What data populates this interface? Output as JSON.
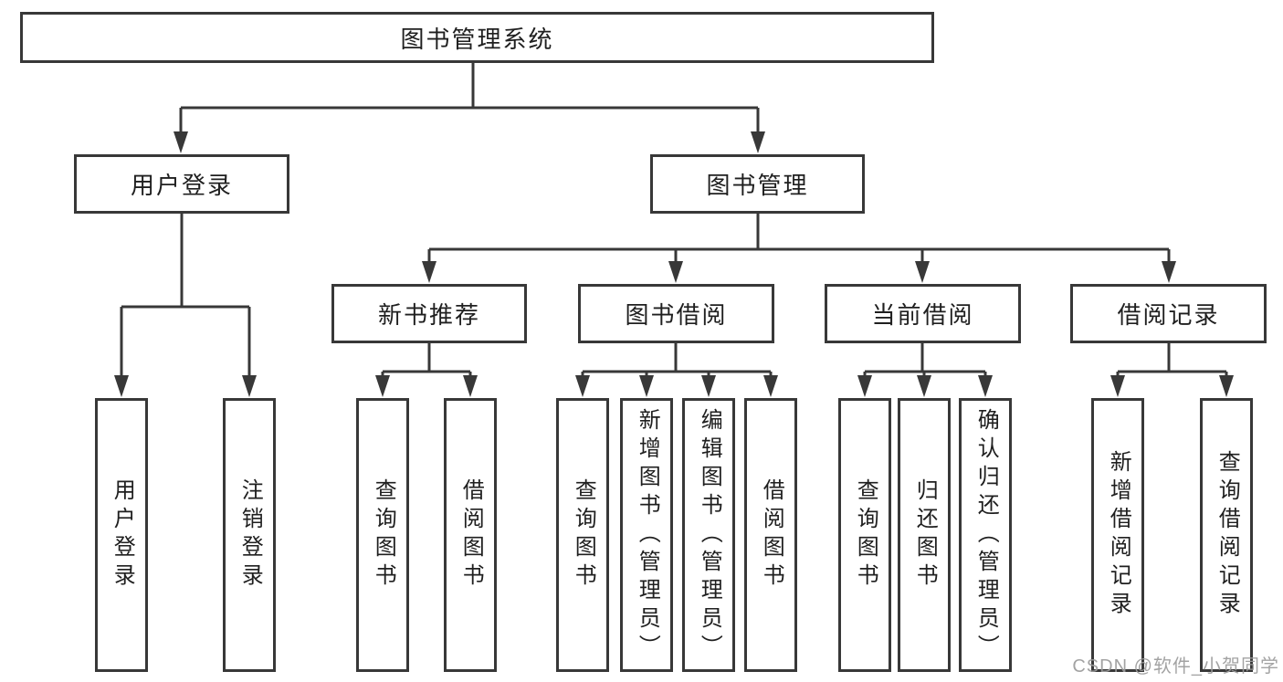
{
  "diagram": {
    "type": "hierarchy-tree",
    "title": "图书管理系统",
    "watermark": "CSDN @软件_小贺同学",
    "colors": {
      "line": "#383838",
      "box_border": "#383838",
      "box_fill": "#ffffff",
      "text": "#1f1f1f",
      "watermark": "#9c9c9c",
      "background": "#ffffff"
    },
    "nodes": {
      "root": {
        "label": "图书管理系统"
      },
      "user_login": {
        "label": "用户登录"
      },
      "book_management": {
        "label": "图书管理"
      },
      "new_book_recommend": {
        "label": "新书推荐"
      },
      "book_borrowing": {
        "label": "图书借阅"
      },
      "current_borrowing": {
        "label": "当前借阅"
      },
      "borrowing_records": {
        "label": "借阅记录"
      },
      "login": {
        "label": "用户登录"
      },
      "logout": {
        "label": "注销登录"
      },
      "recommend_query_book": {
        "label": "查询图书"
      },
      "recommend_borrow_book": {
        "label": "借阅图书"
      },
      "borrowing_query_book": {
        "label": "查询图书"
      },
      "borrowing_add_book": {
        "label": "新增图书（管理员）"
      },
      "borrowing_edit_book": {
        "label": "编辑图书（管理员）"
      },
      "borrowing_borrow_book": {
        "label": "借阅图书"
      },
      "current_query_book": {
        "label": "查询图书"
      },
      "current_return_book": {
        "label": "归还图书"
      },
      "current_confirm_return": {
        "label": "确认归还（管理员）"
      },
      "records_add_record": {
        "label": "新增借阅记录"
      },
      "records_query_record": {
        "label": "查询借阅记录"
      }
    },
    "edges": [
      [
        "root",
        "user_login"
      ],
      [
        "root",
        "book_management"
      ],
      [
        "user_login",
        "login"
      ],
      [
        "user_login",
        "logout"
      ],
      [
        "book_management",
        "new_book_recommend"
      ],
      [
        "book_management",
        "book_borrowing"
      ],
      [
        "book_management",
        "current_borrowing"
      ],
      [
        "book_management",
        "borrowing_records"
      ],
      [
        "new_book_recommend",
        "recommend_query_book"
      ],
      [
        "new_book_recommend",
        "recommend_borrow_book"
      ],
      [
        "book_borrowing",
        "borrowing_query_book"
      ],
      [
        "book_borrowing",
        "borrowing_add_book"
      ],
      [
        "book_borrowing",
        "borrowing_edit_book"
      ],
      [
        "book_borrowing",
        "borrowing_borrow_book"
      ],
      [
        "current_borrowing",
        "current_query_book"
      ],
      [
        "current_borrowing",
        "current_return_book"
      ],
      [
        "current_borrowing",
        "current_confirm_return"
      ],
      [
        "borrowing_records",
        "records_add_record"
      ],
      [
        "borrowing_records",
        "records_query_record"
      ]
    ]
  }
}
